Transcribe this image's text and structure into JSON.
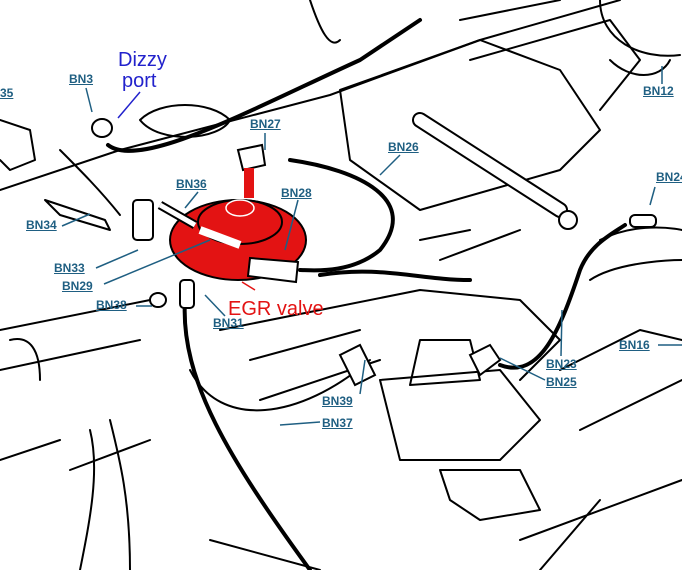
{
  "diagram": {
    "colors": {
      "label": "#1f5f82",
      "leader": "#1f5f82",
      "egr": "#e31313",
      "dizzy": "#2222cc",
      "line": "#000000"
    },
    "annotations": {
      "dizzy_line1": "Dizzy",
      "dizzy_line2": "port",
      "egr": "EGR valve"
    },
    "labels": {
      "bn35": "35",
      "bn3": "BN3",
      "bn27": "BN27",
      "bn26": "BN26",
      "bn36": "BN36",
      "bn28": "BN28",
      "bn34": "BN34",
      "bn33": "BN33",
      "bn29": "BN29",
      "bn38": "BN38",
      "bn31": "BN31",
      "bn39": "BN39",
      "bn37": "BN37",
      "bn23": "BN23",
      "bn25": "BN25",
      "bn16": "BN16",
      "bn12": "BN12",
      "bn24": "BN24"
    }
  }
}
